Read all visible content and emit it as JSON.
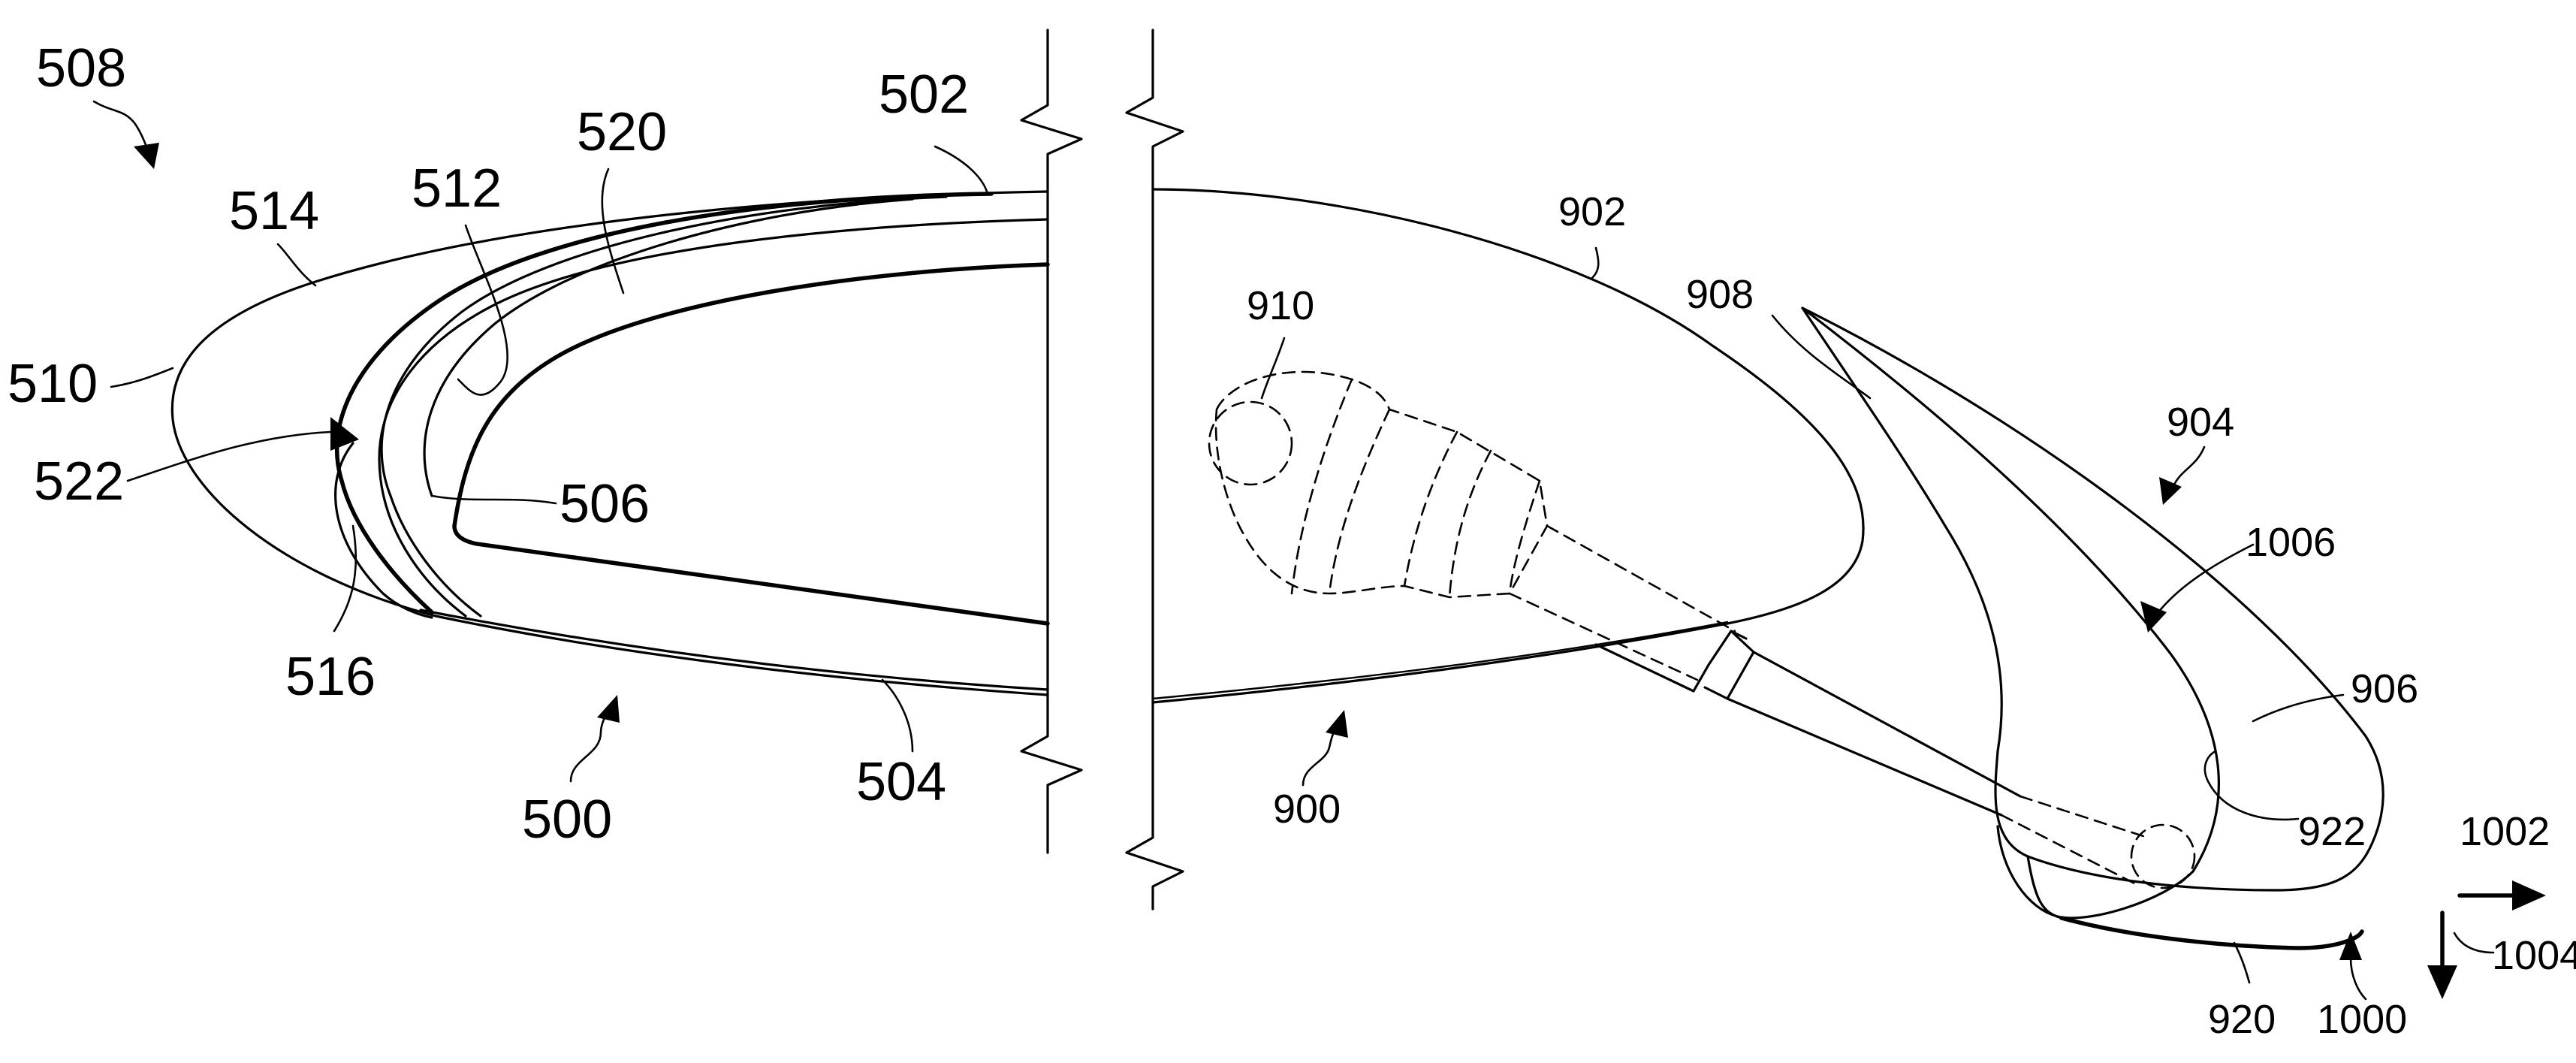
{
  "labels": {
    "l508": "508",
    "l514": "514",
    "l512": "512",
    "l520": "520",
    "l502": "502",
    "l510": "510",
    "l522": "522",
    "l506": "506",
    "l516": "516",
    "l500": "500",
    "l504": "504",
    "l902": "902",
    "l910": "910",
    "l908": "908",
    "l904": "904",
    "l1006": "1006",
    "l906": "906",
    "l922": "922",
    "l1002": "1002",
    "l1004": "1004",
    "l900": "900",
    "l920": "920",
    "l1000": "1000"
  }
}
